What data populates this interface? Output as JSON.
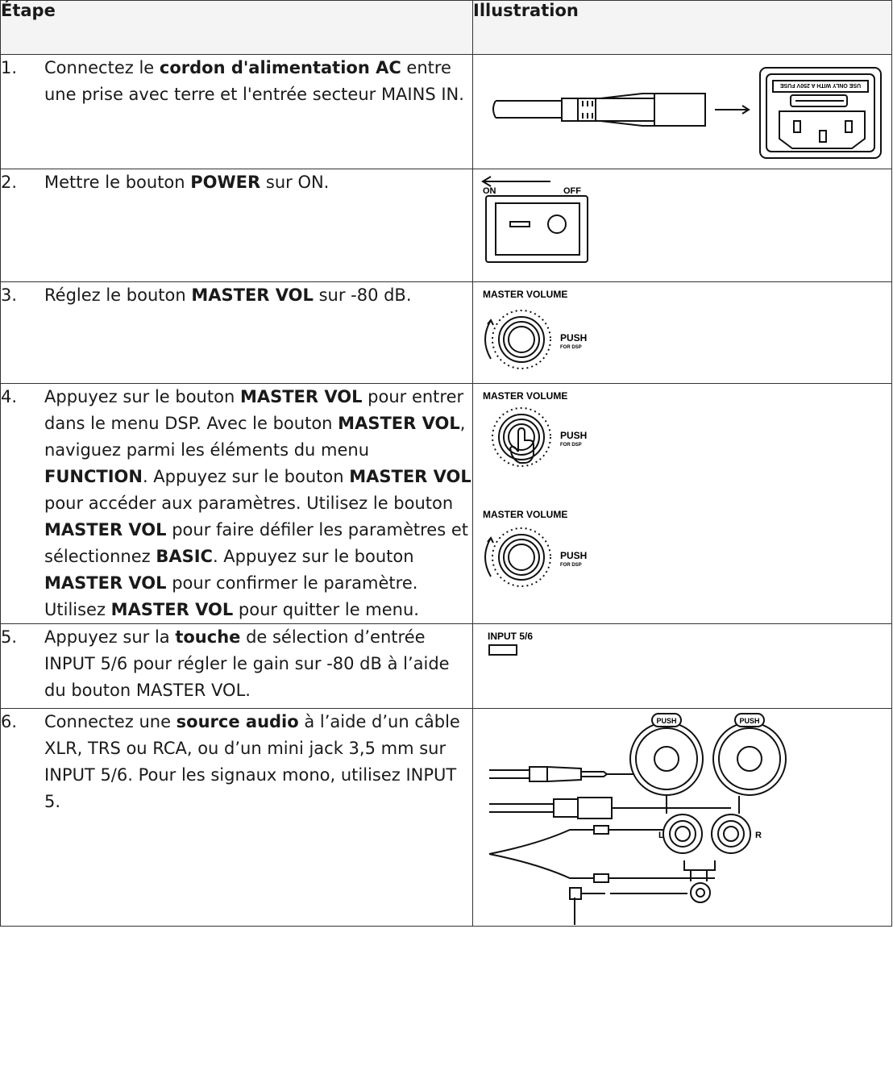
{
  "header": {
    "col_step": "Étape",
    "col_illustration": "Illustration"
  },
  "steps": [
    {
      "num": "1.",
      "parts": [
        "Connectez le ",
        "cordon d'alimentation AC",
        " entre une prise avec terre et l'entrée secteur MAINS IN."
      ]
    },
    {
      "num": "2.",
      "parts": [
        "Mettre le bouton ",
        "POWER",
        " sur ON."
      ]
    },
    {
      "num": "3.",
      "parts": [
        "Réglez le bouton ",
        "MASTER VOL",
        " sur -80 dB."
      ]
    },
    {
      "num": "4.",
      "parts": [
        "Appuyez sur le bouton ",
        "MASTER VOL",
        " pour entrer dans le menu DSP. Avec le bouton ",
        "MASTER VOL",
        ", naviguez parmi les éléments du menu ",
        "FUNCTION",
        ". Appuyez sur le bouton ",
        "MASTER VOL",
        " pour accéder aux paramètres. Utilisez le bouton ",
        "MASTER VOL",
        " pour faire défiler les paramètres et sélectionnez ",
        "BASIC",
        ". Appuyez sur le bouton ",
        "MASTER VOL",
        " pour confirmer le paramètre. Utilisez ",
        "MASTER VOL",
        " pour quitter le menu."
      ]
    },
    {
      "num": "5.",
      "parts": [
        "Appuyez sur la ",
        "touche",
        " de sélection d’entrée INPUT 5/6 pour régler le gain sur -80 dB à l’aide du bouton MASTER VOL."
      ]
    },
    {
      "num": "6.",
      "parts": [
        "Connectez une ",
        "source audio",
        " à l’aide d’un câble XLR, TRS ou RCA, ou d’un mini jack 3,5 mm sur INPUT 5/6. Pour les signaux mono, utilisez INPUT 5."
      ]
    }
  ],
  "illustrations": {
    "fuse_label": "USE ONLY WITH A 250V FUSE",
    "switch_on": "ON",
    "switch_off": "OFF",
    "master_volume": "MASTER VOLUME",
    "push": "PUSH",
    "for_dsp": "FOR DSP",
    "input_label": "INPUT 5/6",
    "push_tag": "PUSH",
    "rca_right": "R",
    "rca_left": "L"
  }
}
